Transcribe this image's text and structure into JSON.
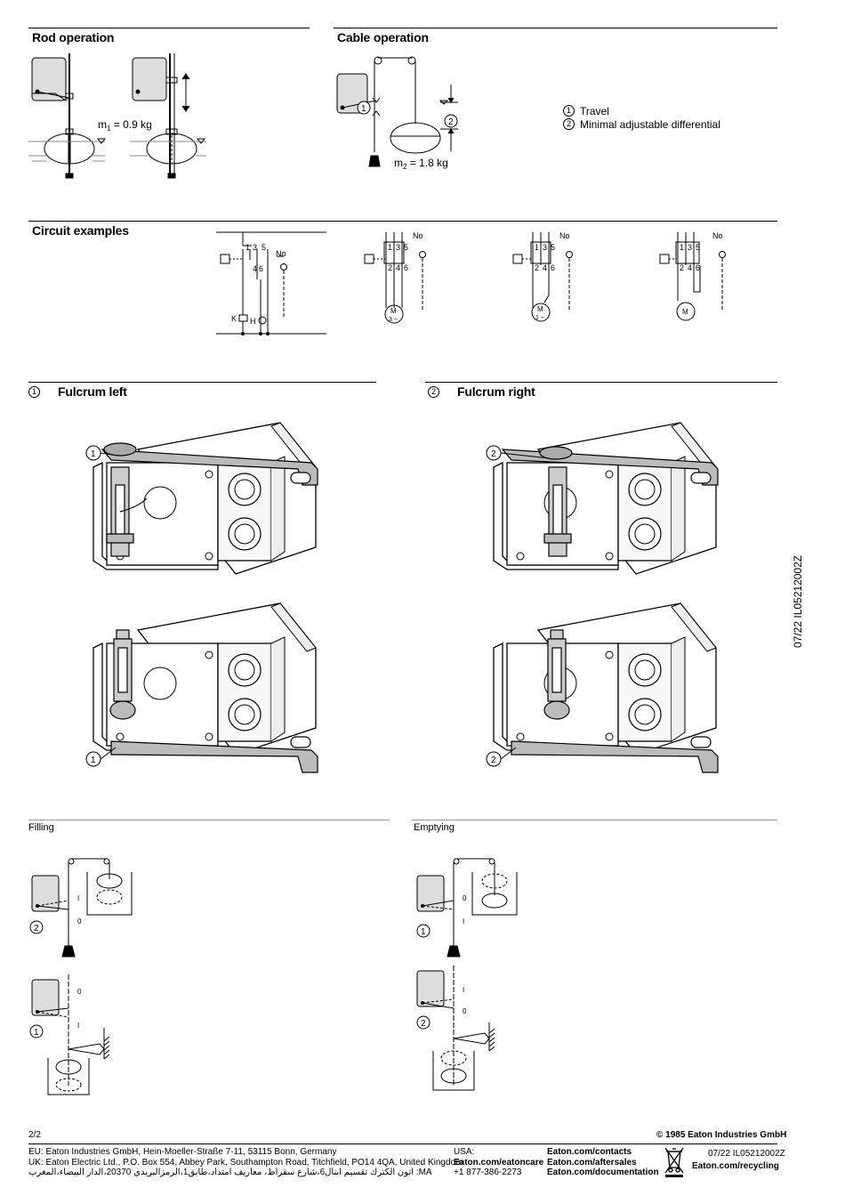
{
  "sections": {
    "rod_operation": "Rod operation",
    "cable_operation": "Cable operation",
    "circuit_examples": "Circuit examples",
    "fulcrum_left": "Fulcrum left",
    "fulcrum_right": "Fulcrum right",
    "filling": "Filling",
    "emptying": "Emptying"
  },
  "markers": {
    "one": "1",
    "two": "2"
  },
  "rod": {
    "mass_prefix": "m",
    "mass_sub": "1",
    "mass_value": " = 0.9 kg"
  },
  "cable": {
    "mass_prefix": "m",
    "mass_sub": "2",
    "mass_value": " = 1.8 kg"
  },
  "legend": [
    {
      "num": "1",
      "text": "Travel"
    },
    {
      "num": "2",
      "text": "Minimal adjustable differential"
    }
  ],
  "circuit": {
    "t1": "1",
    "t3": "3",
    "t5": "5",
    "t2": "2",
    "t4": "4",
    "t6": "6",
    "no": "No",
    "k": "K",
    "h": "H",
    "motor": "M",
    "three_phase": "3 ~",
    "one_phase": "1 ~"
  },
  "switch_pos": {
    "i": "I",
    "o": "0"
  },
  "doc_code_vertical": "07/22 IL05212002Z",
  "footer": {
    "page": "2/2",
    "copyright": "© 1985 Eaton Industries GmbH",
    "eu": "EU:   Eaton Industries GmbH, Hein-Moeller-Straße 7-11, 53115 Bonn, Germany",
    "uk": "UK:   Eaton Electric Ltd., P.O. Box 554, Abbey Park, Southampton Road, Titchfield, PO14 4QA, United Kingdom",
    "ma": "MA:  اتون الكترك تقسيم ابنال6،شارع سقرآط، معاريف امتداد،طابق1،الرمزالبريدي 20370،الدار البيضاء،المغرب",
    "usa_label": "USA:",
    "usa_link": "Eaton.com/eatoncare",
    "usa_phone": "+1 877-386-2273",
    "link_contacts": "Eaton.com/contacts",
    "link_aftersales": "Eaton.com/aftersales",
    "link_documentation": "Eaton.com/documentation",
    "doc_code": "07/22 IL05212002Z",
    "recycling": "Eaton.com/recycling"
  }
}
